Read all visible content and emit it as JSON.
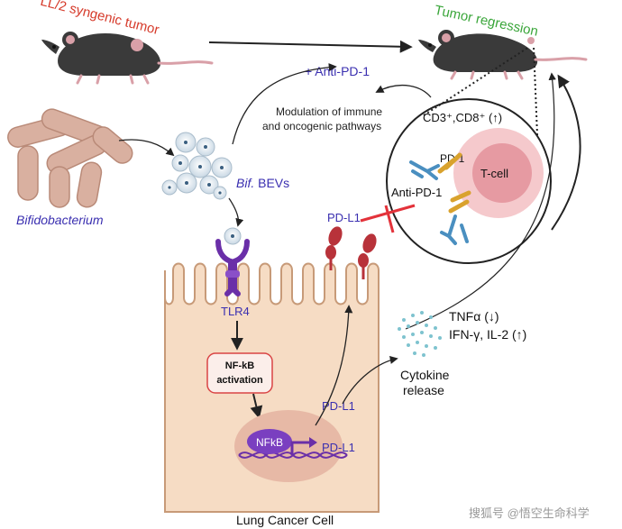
{
  "labels": {
    "syngenic_tumor": "LL/2 syngenic tumor",
    "tumor_regression": "Tumor regression",
    "anti_pd1_top": "+ Anti-PD-1",
    "modulation_line1": "Modulation of immune",
    "modulation_line2": "and oncogenic pathways",
    "cd3_cd8": "CD3⁺,CD8⁺ (↑)",
    "pd1": "PD-1",
    "tcell": "T-cell",
    "anti_pd1_inner": "Anti-PD-1",
    "pdl1_top": "PD-L1",
    "bifidobacterium": "Bifidobacterium",
    "bif_bevs_italic": "Bif.",
    "bif_bevs_rest": " BEVs",
    "tlr4": "TLR4",
    "nfkb_activation_line1": "NF-kB",
    "nfkb_activation_line2": "activation",
    "pdl1_mid": "PD-L1",
    "nfkb_gene": "NFkB",
    "pdl1_gene": "PD-L1",
    "tnf": "TNFα (↓)",
    "ifn": "IFN-γ, IL-2 (↑)",
    "cytokine_line1": "Cytokine",
    "cytokine_line2": "release",
    "lung_cancer_cell": "Lung Cancer Cell",
    "watermark": "搜狐号 @悟空生命科学"
  },
  "colors": {
    "red_label": "#d63a2a",
    "green_label": "#3aa63a",
    "blue_label": "#3a2fb0",
    "cell_fill": "#f6dcc4",
    "cell_stroke": "#c79a78",
    "nucleus": "#e7b9a6",
    "tcell_outer": "#f5c9cc",
    "tcell_inner": "#e69aa2",
    "receptor_purple": "#6a2fa8",
    "pdl1_red": "#b8323a",
    "pd1_gold": "#d9a22d",
    "antibody_blue": "#4a8fc0",
    "inhibit_red": "#e3323a",
    "nfkb_box_stroke": "#d94545",
    "nfkb_box_fill": "#fbeeea",
    "mouse_body": "#3a3a3a",
    "mouse_tail": "#d9a0a8",
    "bacteria": "#d9b0a0",
    "arrow": "#222222"
  },
  "icons": [
    "mouse-icon",
    "bacteria-icon",
    "vesicle-icon",
    "tlr4-receptor-icon",
    "pdl1-protein-icon",
    "antibody-icon",
    "pd1-receptor-icon",
    "dna-helix-icon",
    "cytokine-dots-icon",
    "inhibition-icon"
  ]
}
